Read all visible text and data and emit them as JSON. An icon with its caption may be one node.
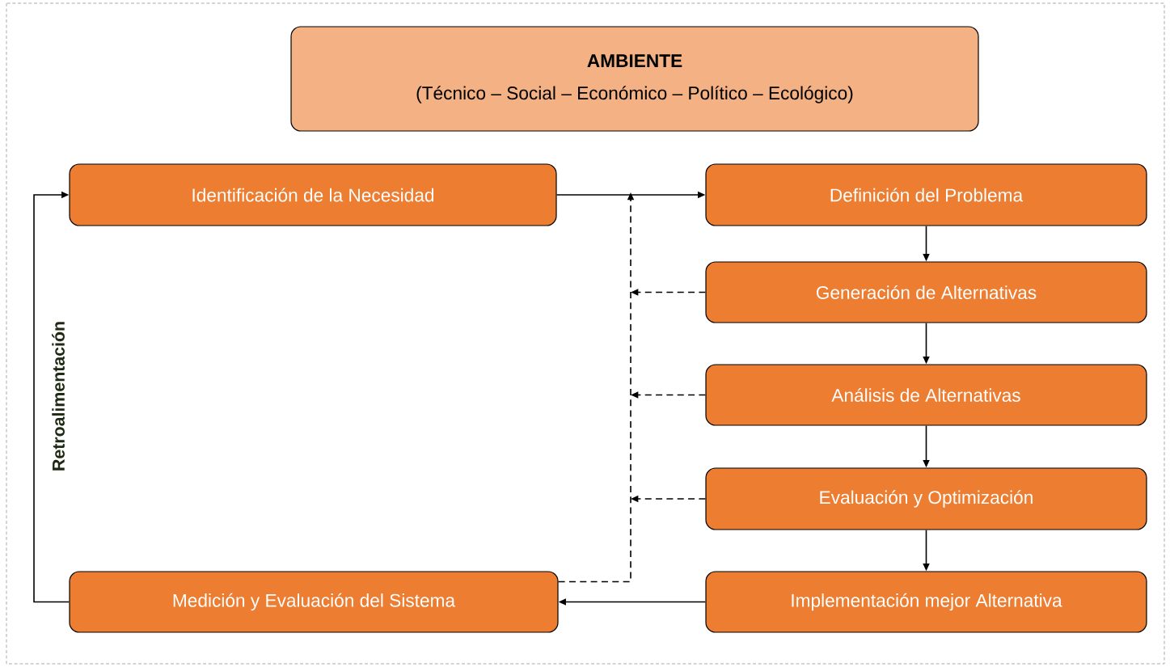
{
  "diagram": {
    "nodes": [
      {
        "text": [
          "AMBIENTE",
          "(Técnico – Social – Económico – Político – Ecológico)"
        ]
      },
      {
        "text": [
          "Identificación de la Necesidad"
        ]
      },
      {
        "text": [
          "Definición del Problema"
        ]
      },
      {
        "text": [
          "Generación de Alternativas"
        ]
      },
      {
        "text": [
          "Análisis de Alternativas"
        ]
      },
      {
        "text": [
          "Evaluación y Optimización"
        ]
      },
      {
        "text": [
          "Medición y Evaluación del Sistema"
        ]
      },
      {
        "text": [
          "Implementación mejor Alternativa"
        ]
      }
    ],
    "edges": [
      {
        "from": 1,
        "to": 2,
        "arrow": "to"
      },
      {
        "from": 2,
        "to": 3,
        "arrow": "to"
      },
      {
        "from": 3,
        "to": 4,
        "arrow": "to"
      },
      {
        "from": 4,
        "to": 5,
        "arrow": "to"
      },
      {
        "from": 5,
        "to": 7,
        "arrow": "to"
      },
      {
        "from": 7,
        "to": 6,
        "arrow": "to"
      },
      {
        "from": 6,
        "to": 1,
        "arrow": "to",
        "label": "Retroalimentación"
      },
      {
        "from": 3,
        "to": null,
        "arrow": "to",
        "style": "dashed"
      },
      {
        "from": 4,
        "to": null,
        "arrow": "to",
        "style": "dashed"
      },
      {
        "from": 5,
        "to": null,
        "arrow": "to",
        "style": "dashed"
      },
      {
        "from": 6,
        "to": null,
        "arrow": "to",
        "style": "dashed"
      }
    ]
  }
}
